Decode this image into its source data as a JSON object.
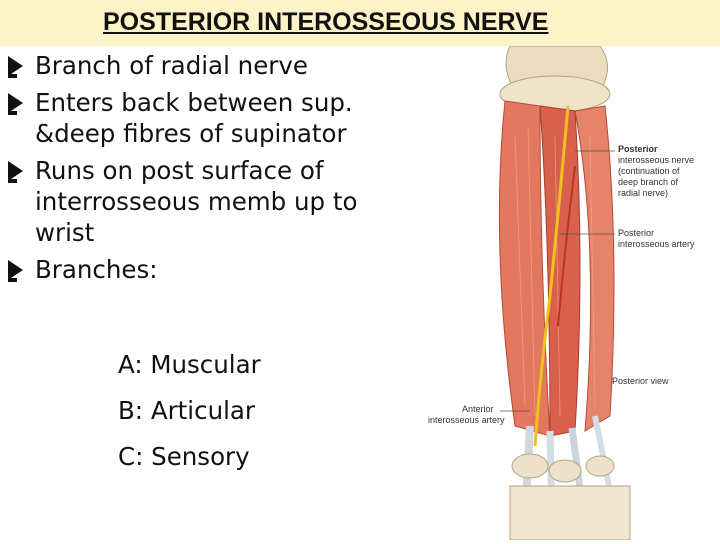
{
  "slide": {
    "title": "POSTERIOR INTEROSSEOUS NERVE",
    "bullets": [
      "Branch of radial nerve",
      "Enters back between sup. &deep fibres of supinator",
      "Runs on post surface of interrosseous memb up to wrist",
      "Branches:"
    ],
    "sub_items": [
      "A: Muscular",
      "B: Articular",
      "C: Sensory"
    ]
  },
  "figure": {
    "labels": {
      "pin_title": "Posterior",
      "pin_title2": "interosseous nerve",
      "pin_note": "(continuation of",
      "pin_note2": "deep branch of",
      "pin_note3": "radial nerve)",
      "pia": "Posterior",
      "pia2": "interosseous artery",
      "view": "Posterior view",
      "aia": "Anterior",
      "aia2": "interosseous artery"
    }
  }
}
